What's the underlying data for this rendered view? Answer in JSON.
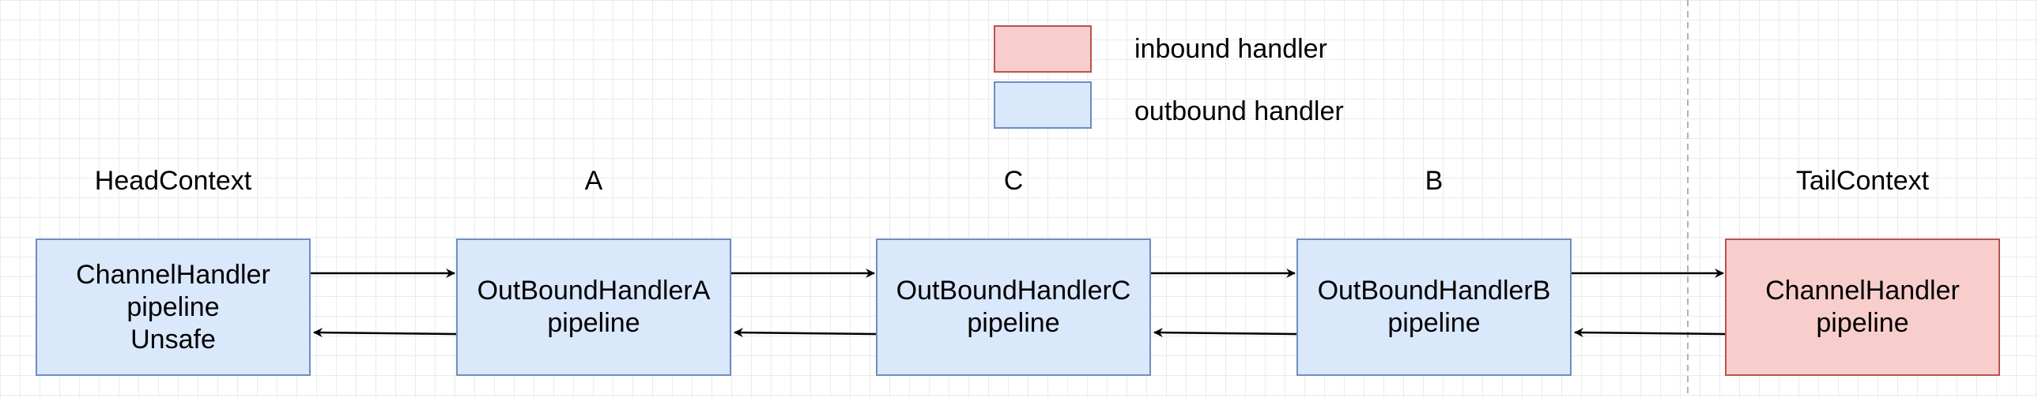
{
  "colors": {
    "inbound_fill": "#f8cecc",
    "inbound_stroke": "#b85450",
    "outbound_fill": "#dae8fc",
    "outbound_stroke": "#6c8ebf",
    "edge": "#000000",
    "divider": "#b3b3b3"
  },
  "legend": {
    "inbound_label": "inbound handler",
    "outbound_label": "outbound handler"
  },
  "contexts": [
    {
      "title": "HeadContext",
      "kind": "outbound",
      "lines": [
        "ChannelHandler",
        "pipeline",
        "Unsafe"
      ]
    },
    {
      "title": "A",
      "kind": "outbound",
      "lines": [
        "OutBoundHandlerA",
        "pipeline"
      ]
    },
    {
      "title": "C",
      "kind": "outbound",
      "lines": [
        "OutBoundHandlerC",
        "pipeline"
      ]
    },
    {
      "title": "B",
      "kind": "outbound",
      "lines": [
        "OutBoundHandlerB",
        "pipeline"
      ]
    },
    {
      "title": "TailContext",
      "kind": "inbound",
      "lines": [
        "ChannelHandler",
        "pipeline"
      ]
    }
  ]
}
